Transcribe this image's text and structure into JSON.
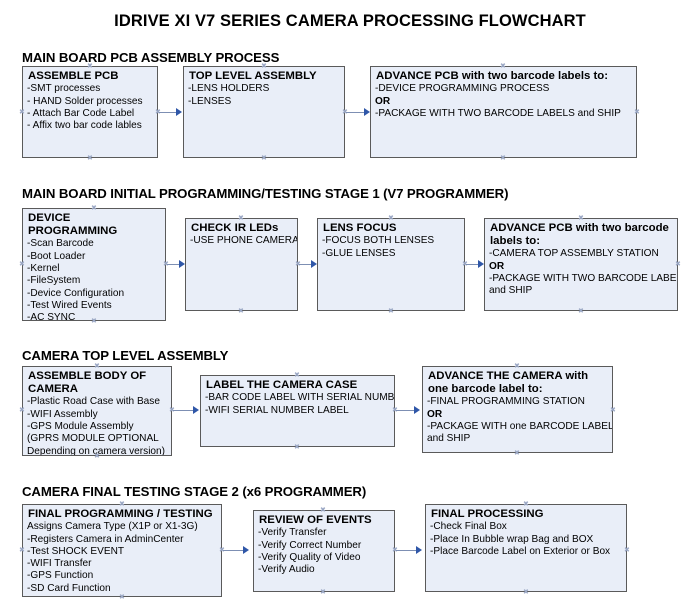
{
  "document": {
    "title": "IDRIVE XI V7 SERIES CAMERA PROCESSING FLOWCHART"
  },
  "colors": {
    "node_fill": "#e9eef8",
    "node_border": "#5a5a5a",
    "connector": "#7d8fb3",
    "arrowhead": "#2f57a8",
    "text": "#000000",
    "handle": "#9aa7c4"
  },
  "sections": [
    {
      "heading": "MAIN BOARD PCB ASSEMBLY PROCESS",
      "nodes": [
        {
          "title": "ASSEMBLE PCB",
          "lines": [
            {
              "text": "-SMT processes",
              "bold": false
            },
            {
              "text": "- HAND Solder processes",
              "bold": false
            },
            {
              "text": "- Attach Bar Code Label",
              "bold": false
            },
            {
              "text": "- Affix two bar code lables",
              "bold": false
            }
          ]
        },
        {
          "title": "TOP LEVEL ASSEMBLY",
          "lines": [
            {
              "text": "-LENS HOLDERS",
              "bold": false
            },
            {
              "text": "-LENSES",
              "bold": false
            }
          ]
        },
        {
          "title": "ADVANCE PCB with two barcode labels to:",
          "lines": [
            {
              "text": "-DEVICE PROGRAMMING PROCESS",
              "bold": false
            },
            {
              "text": "OR",
              "bold": true
            },
            {
              "text": "-PACKAGE WITH TWO BARCODE LABELS and SHIP",
              "bold": false
            }
          ]
        }
      ]
    },
    {
      "heading": "MAIN BOARD INITIAL PROGRAMMING/TESTING STAGE 1 (V7 PROGRAMMER)",
      "nodes": [
        {
          "title": "DEVICE PROGRAMMING",
          "lines": [
            {
              "text": "-Scan Barcode",
              "bold": false
            },
            {
              "text": "-Boot Loader",
              "bold": false
            },
            {
              "text": "-Kernel",
              "bold": false
            },
            {
              "text": "-FileSystem",
              "bold": false
            },
            {
              "text": "-Device Configuration",
              "bold": false
            },
            {
              "text": "-Test Wired Events",
              "bold": false
            },
            {
              "text": "-AC SYNC",
              "bold": false
            }
          ]
        },
        {
          "title": "CHECK IR LEDs",
          "lines": [
            {
              "text": "-USE PHONE CAMERA",
              "bold": false
            }
          ]
        },
        {
          "title": "LENS FOCUS",
          "lines": [
            {
              "text": "-FOCUS BOTH LENSES",
              "bold": false
            },
            {
              "text": "-GLUE LENSES",
              "bold": false
            }
          ]
        },
        {
          "title": "ADVANCE PCB with two barcode labels to:",
          "lines": [
            {
              "text": "-CAMERA TOP ASSEMBLY STATION",
              "bold": false
            },
            {
              "text": "OR",
              "bold": true
            },
            {
              "text": "-PACKAGE WITH TWO BARCODE LABELS",
              "bold": false
            },
            {
              "text": "and SHIP",
              "bold": false
            }
          ]
        }
      ]
    },
    {
      "heading": "CAMERA TOP LEVEL ASSEMBLY",
      "nodes": [
        {
          "title": "ASSEMBLE BODY OF CAMERA",
          "lines": [
            {
              "text": "-Plastic Road Case with Base",
              "bold": false
            },
            {
              "text": "-WIFI Assembly",
              "bold": false
            },
            {
              "text": "-GPS Module Assembly",
              "bold": false
            },
            {
              "text": "(GPRS MODULE OPTIONAL",
              "bold": false
            },
            {
              "text": "Depending on camera version)",
              "bold": false
            }
          ]
        },
        {
          "title": "LABEL THE CAMERA CASE",
          "lines": [
            {
              "text": "-BAR CODE LABEL WITH SERIAL NUMBER",
              "bold": false
            },
            {
              "text": "-WIFI SERIAL NUMBER LABEL",
              "bold": false
            }
          ]
        },
        {
          "title": "ADVANCE THE CAMERA with one barcode label to:",
          "lines": [
            {
              "text": "-FINAL PROGRAMMING STATION",
              "bold": false
            },
            {
              "text": "OR",
              "bold": true
            },
            {
              "text": "-PACKAGE WITH one BARCODE LABEL",
              "bold": false
            },
            {
              "text": "and SHIP",
              "bold": false
            }
          ]
        }
      ]
    },
    {
      "heading": "CAMERA FINAL TESTING STAGE 2 (x6 PROGRAMMER)",
      "nodes": [
        {
          "title": "FINAL PROGRAMMING / TESTING",
          "lines": [
            {
              "text": "Assigns Camera Type (X1P or X1-3G)",
              "bold": false
            },
            {
              "text": "-Registers Camera in AdminCenter",
              "bold": false
            },
            {
              "text": "-Test SHOCK EVENT",
              "bold": false
            },
            {
              "text": "-WIFI Transfer",
              "bold": false
            },
            {
              "text": "-GPS Function",
              "bold": false
            },
            {
              "text": "-SD Card Function",
              "bold": false
            }
          ]
        },
        {
          "title": "REVIEW OF EVENTS",
          "lines": [
            {
              "text": "-Verify Transfer",
              "bold": false
            },
            {
              "text": "-Verify Correct Number",
              "bold": false
            },
            {
              "text": "-Verify Quality of Video",
              "bold": false
            },
            {
              "text": "-Verify Audio",
              "bold": false
            }
          ]
        },
        {
          "title": "FINAL PROCESSING",
          "lines": [
            {
              "text": " -Check Final Box",
              "bold": false
            },
            {
              "text": "-Place In Bubble wrap Bag and BOX",
              "bold": false
            },
            {
              "text": "-Place Barcode Label on Exterior or Box",
              "bold": false
            }
          ]
        }
      ]
    }
  ]
}
